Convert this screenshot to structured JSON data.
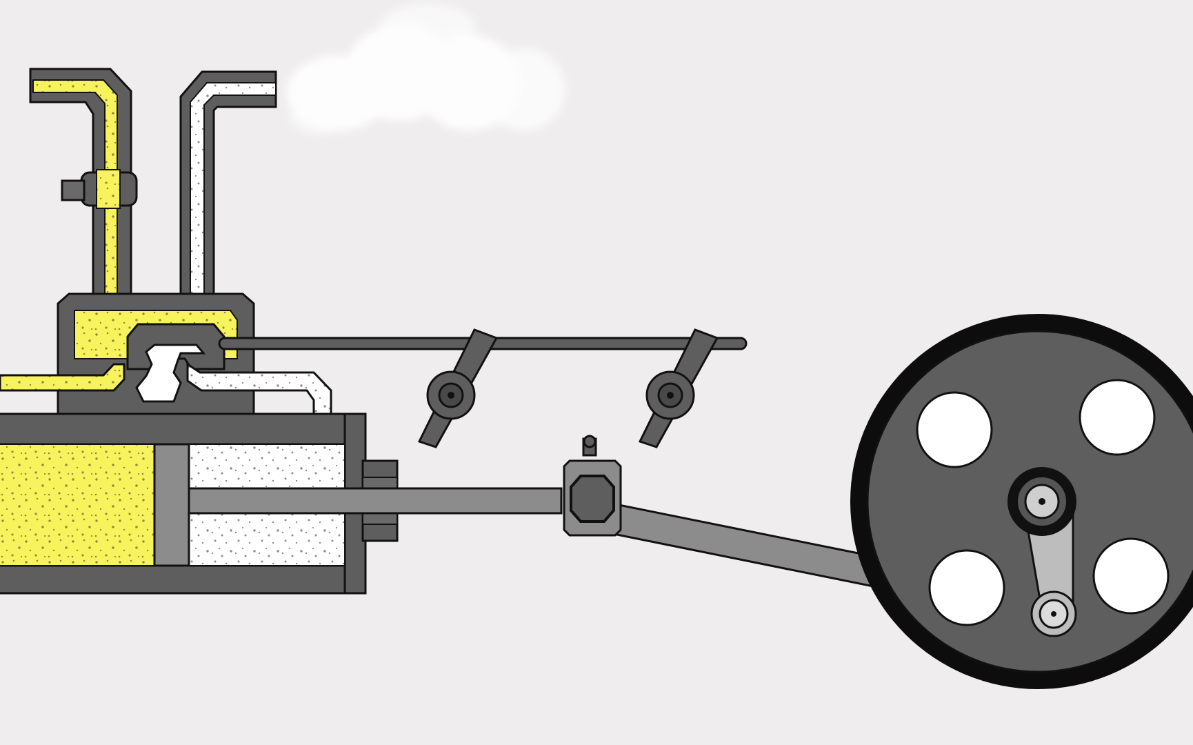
{
  "diagram": {
    "type": "steam-engine-cutaway",
    "colors": {
      "background": "#efedee",
      "metal_dark": "#5e5e5e",
      "metal_light": "#8c8c8c",
      "outline": "#111111",
      "live_steam": "#f7f35c",
      "exhaust_steam": "#ffffff",
      "speckle_live": "#9a9550",
      "speckle_exhaust": "#9a9a9a",
      "flywheel_rim": "#0d0d0d",
      "crank_arm": "#bdbdbd",
      "smoke": "#ffffff"
    },
    "parts": [
      "steam-inlet-pipe",
      "exhaust-pipe",
      "throttle-valve",
      "steam-chest",
      "slide-valve",
      "valve-rod",
      "valve-rod-guides",
      "cylinder",
      "piston",
      "piston-rod",
      "gland",
      "crosshead",
      "connecting-rod",
      "flywheel",
      "crank",
      "exhaust-smoke"
    ],
    "state": {
      "live_steam_side": "left",
      "exhaust_side": "right"
    }
  }
}
